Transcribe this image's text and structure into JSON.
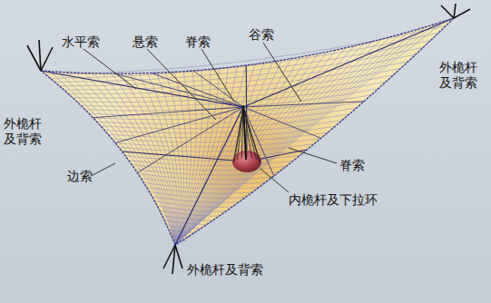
{
  "diagram": {
    "labels": [
      "水平索",
      "悬索",
      "脊索",
      "谷索",
      "外桅杆及背索",
      "外桅杆及背索",
      "边索",
      "脊索",
      "内桅杆及下拉环",
      "外桅杆及背索"
    ]
  }
}
